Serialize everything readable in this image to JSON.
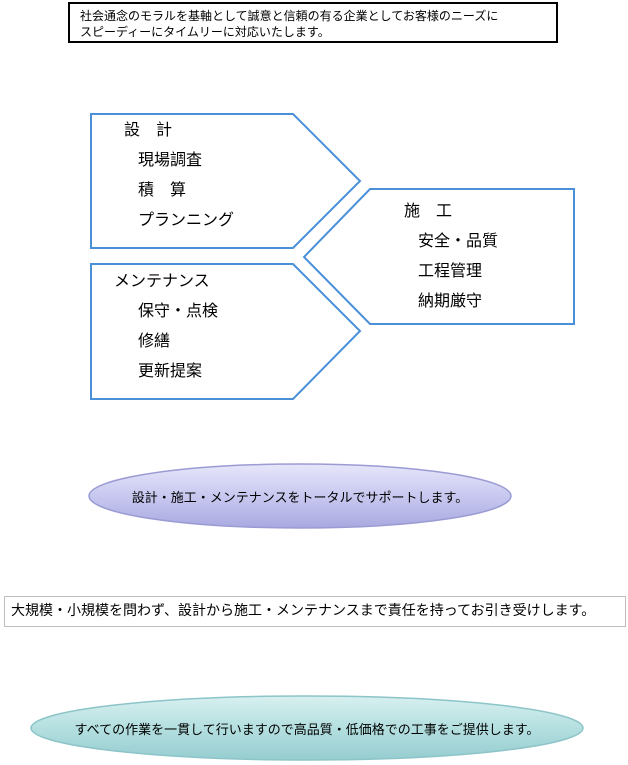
{
  "mission": {
    "line1": "社会通念のモラルを基軸として誠意と信頼の有る企業としてお客様のニーズに",
    "line2": "スピーディーにタイムリーに対応いたします。"
  },
  "cycle": {
    "design": {
      "heading": "設　計",
      "items": [
        "現場調査",
        "積　算",
        "プランニング"
      ]
    },
    "construction": {
      "heading": "施　工",
      "items": [
        "安全・品質",
        "工程管理",
        "納期厳守"
      ]
    },
    "maintenance": {
      "heading": "メンテナンス",
      "items": [
        "保守・点検",
        "修繕",
        "更新提案"
      ]
    }
  },
  "support_banner": "設計・施工・メンテナンスをトータルでサポートします。",
  "scale_note": "大規模・小規模を問わず、設計から施工・メンテナンスまで責任を持ってお引き受けします。",
  "quality_banner": "すべての作業を一貫して行いますので高品質・低価格での工事をご提供します。",
  "colors": {
    "shape_border": "#4a90d9",
    "purple_fill": "#c8c8f0",
    "purple_border": "#9b9bd4",
    "teal_fill": "#b4dfe0",
    "teal_border": "#8cc4c8"
  }
}
